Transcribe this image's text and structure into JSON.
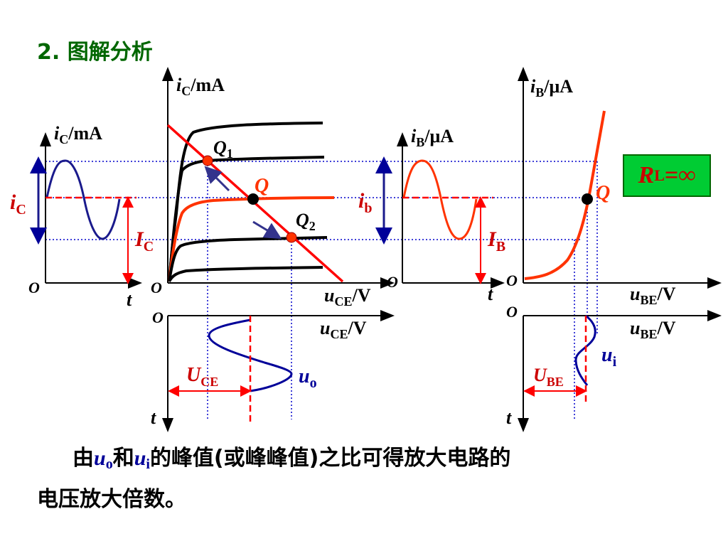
{
  "title": "2. 图解分析",
  "load_box": {
    "symbol": "R",
    "subscript": "L",
    "value": "=∞"
  },
  "labels": {
    "ic_axis_main": {
      "var": "i",
      "sub": "C",
      "unit": "/mA"
    },
    "ic_axis_left": {
      "var": "i",
      "sub": "C",
      "unit": "/mA"
    },
    "ib_axis_mid": {
      "var": "i",
      "sub": "B",
      "unit": "/μA"
    },
    "ib_axis_right": {
      "var": "i",
      "sub": "B",
      "unit": "/μA"
    },
    "uce_axis": {
      "var": "u",
      "sub": "CE",
      "unit": "/V"
    },
    "uce_axis2": {
      "var": "u",
      "sub": "CE",
      "unit": "/V"
    },
    "ube_axis": {
      "var": "u",
      "sub": "BE",
      "unit": "/V"
    },
    "ube_axis2": {
      "var": "u",
      "sub": "BE",
      "unit": "/V"
    },
    "ic_wave": {
      "var": "i",
      "sub": "C"
    },
    "IC_dc": {
      "var": "I",
      "sub": "C"
    },
    "ib_wave": {
      "var": "i",
      "sub": "b"
    },
    "IB_dc": {
      "var": "I",
      "sub": "B"
    },
    "UCE_dc": {
      "var": "U",
      "sub": "CE"
    },
    "UBE_dc": {
      "var": "U",
      "sub": "BE"
    },
    "uo": {
      "var": "u",
      "sub": "o"
    },
    "ui": {
      "var": "u",
      "sub": "i"
    },
    "Q": "Q",
    "Q_right": "Q",
    "Q1": {
      "var": "Q",
      "sub": "1"
    },
    "Q2": {
      "var": "Q",
      "sub": "2"
    },
    "origin": "O",
    "t": "t"
  },
  "caption": {
    "prefix": "由",
    "u_o_var": "u",
    "u_o_sub": "o",
    "and": "和",
    "u_i_var": "u",
    "u_i_sub": "i",
    "rest_line1": "的峰值(或峰峰值)之比可得放大电路的",
    "line2": "电压放大倍数。"
  },
  "colors": {
    "title": "#006600",
    "red": "#ff0000",
    "dark_red": "#cc0000",
    "orange": "#ff3300",
    "blue": "#000099",
    "navy": "#1a1a8c",
    "black": "#000000",
    "green_box": "#00cc33",
    "dotted": "#0000cc"
  }
}
